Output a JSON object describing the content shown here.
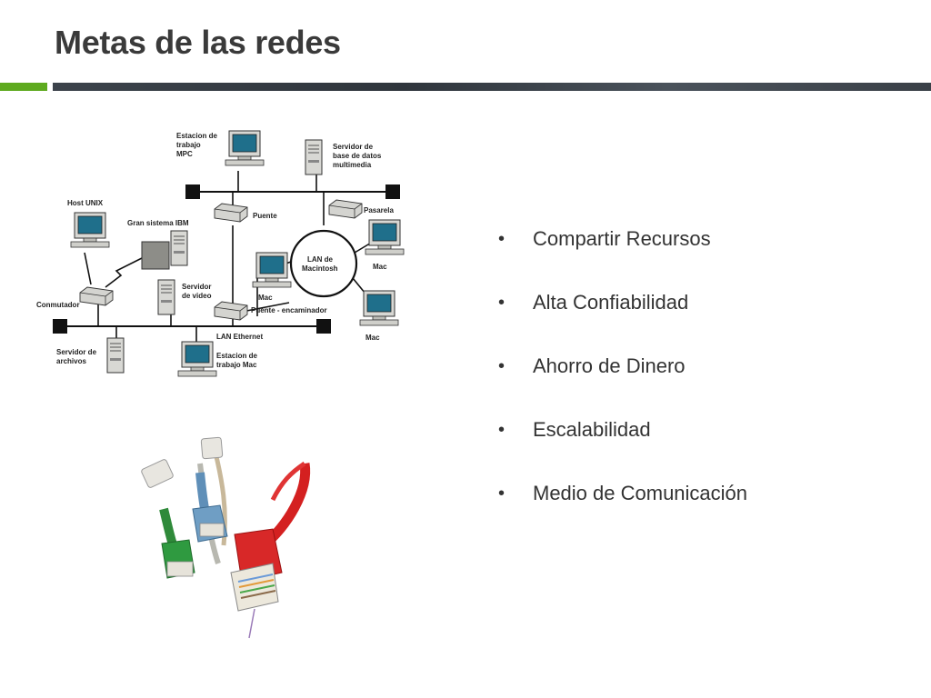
{
  "slide": {
    "title": "Metas de las redes",
    "bullets": [
      "Compartir Recursos",
      "Alta Confiabilidad",
      "Ahorro de Dinero",
      "Escalabilidad",
      "Medio de Comunicación"
    ],
    "bullet_glyph": "•"
  },
  "diagram": {
    "labels": {
      "estacion_mpc": [
        "Estacion de",
        "trabajo",
        "MPC"
      ],
      "servidor_bd": [
        "Servidor de",
        "base de datos",
        "multimedia"
      ],
      "host_unix": "Host UNIX",
      "gran_sistema": "Gran sistema IBM",
      "puente": "Puente",
      "pasarela": "Pasarela",
      "lan_mac": [
        "LAN de",
        "Macintosh"
      ],
      "mac_1": "Mac",
      "mac_2": "Mac",
      "mac_3": "Mac",
      "servidor_video": [
        "Servidor",
        "de video"
      ],
      "conmutador": "Conmutador",
      "puente_encaminador": "Puente - encaminador",
      "lan_ethernet": "LAN Ethernet",
      "servidor_archivos": [
        "Servidor de",
        "archivos"
      ],
      "estacion_mac": [
        "Estacion de",
        "trabajo Mac"
      ]
    }
  },
  "colors": {
    "accent_green": "#5eaa1f",
    "rule_dark": "#363c43",
    "title_text": "#3a3a3a",
    "body_text": "#333333"
  }
}
